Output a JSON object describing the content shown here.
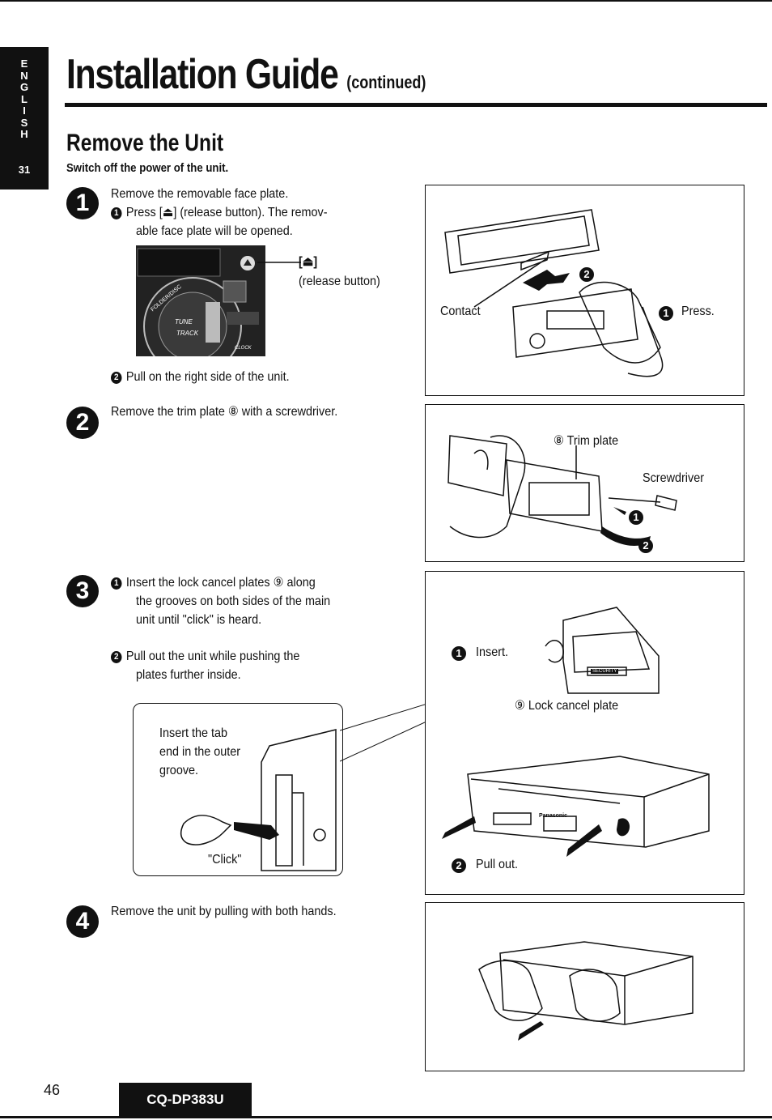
{
  "side_tab": {
    "letters": [
      "E",
      "N",
      "G",
      "L",
      "I",
      "S",
      "H"
    ],
    "number": "31"
  },
  "header": {
    "title": "Installation Guide",
    "continued": "(continued)"
  },
  "section": {
    "title": "Remove the Unit",
    "subtitle": "Switch off the power of the unit."
  },
  "steps": [
    {
      "number": "1",
      "line1": "Remove the removable face plate.",
      "sub1_num": "1",
      "sub1_a": "Press [",
      "sub1_icon": "⏏",
      "sub1_b": "] (release button). The remov-",
      "sub1_c": "able face plate will be opened.",
      "callout_icon_label": "[⏏]",
      "callout_text": "(release button)",
      "sub2_num": "2",
      "sub2": "Pull on the right side of the unit.",
      "panel": {
        "tune": "TUNE",
        "track": "TRACK",
        "clock": "CLOCK",
        "disc": "FOLDER/DISC"
      },
      "figure": {
        "contact": "Contact",
        "press_num": "1",
        "press": "Press.",
        "arrow_num": "2"
      }
    },
    {
      "number": "2",
      "line1": "Remove the trim plate ⑧ with a screwdriver.",
      "figure": {
        "trim": "⑧ Trim plate",
        "screwdriver": "Screwdriver",
        "n1": "1",
        "n2": "2"
      }
    },
    {
      "number": "3",
      "sub1_num": "1",
      "sub1_a": "Insert the lock cancel plates ⑨ along",
      "sub1_b": "the grooves on both sides of the main",
      "sub1_c": "unit until \"click\" is heard.",
      "sub2_num": "2",
      "sub2_a": "Pull out the unit while pushing the",
      "sub2_b": "plates further inside.",
      "inset": {
        "line1": "Insert the tab",
        "line2": "end in the outer",
        "line3": "groove.",
        "click": "\"Click\""
      },
      "figure": {
        "insert_num": "1",
        "insert": "Insert.",
        "plate": "⑨ Lock cancel plate",
        "pull_num": "2",
        "pull": "Pull out.",
        "brand": "Panasonic",
        "security": "SECURITY"
      }
    },
    {
      "number": "4",
      "line1": "Remove the unit by pulling with both hands."
    }
  ],
  "footer": {
    "page": "46",
    "model": "CQ-DP383U"
  }
}
